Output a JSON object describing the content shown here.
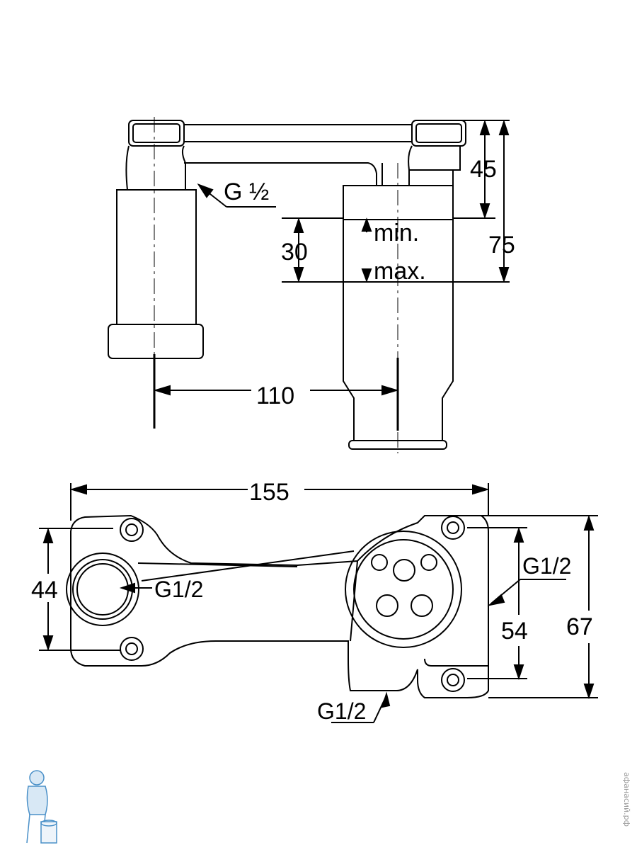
{
  "labels": {
    "thread_top": "G ½",
    "depth_min": "min.",
    "depth_max": "max.",
    "dim_height_45": "45",
    "dim_height_75": "75",
    "dim_depth_30": "30",
    "dim_spacing_110": "110",
    "dim_width_155": "155",
    "dim_height_44": "44",
    "dim_height_54": "54",
    "dim_height_67": "67",
    "thread_left": "G1/2",
    "thread_right": "G1/2",
    "thread_bottom": "G1/2"
  },
  "watermark": "афанасий.рф",
  "colors": {
    "line": "#000000",
    "background": "#ffffff",
    "logo_blue": "#4a90c8"
  }
}
